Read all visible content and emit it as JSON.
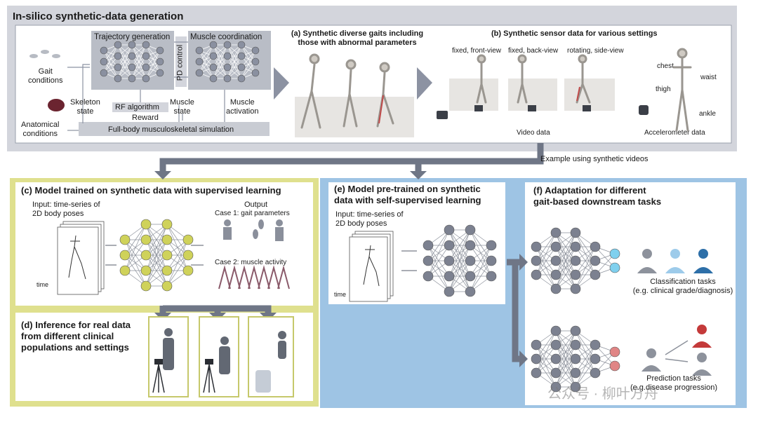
{
  "top": {
    "title": "In-silico synthetic-data generation",
    "gait_conditions": "Gait\nconditions",
    "anatomical_conditions": "Anatomical\nconditions",
    "skeleton_state": "Skeleton\nstate",
    "trajectory_generation": "Trajectory generation",
    "muscle_coordination": "Muscle coordination",
    "pd_control": "PD control",
    "rf_algorithm": "RF algorithm",
    "reward": "Reward",
    "muscle_state": "Muscle\nstate",
    "muscle_activation": "Muscle\nactivation",
    "simulation": "Full-body musculoskeletal simulation",
    "panel_a": "(a) Synthetic diverse gaits including\nthose with abnormal parameters",
    "panel_b": "(b) Synthetic sensor data for various settings",
    "view_front": "fixed, front-view",
    "view_back": "fixed, back-view",
    "view_side": "rotating, side-view",
    "video_data": "Video data",
    "accelerometer_data": "Accelerometer data",
    "sensor_chest": "chest",
    "sensor_waist": "waist",
    "sensor_thigh": "thigh",
    "sensor_ankle": "ankle"
  },
  "example_note": "Example using synthetic videos",
  "panel_c": {
    "title": "(c) Model trained on synthetic data with supervised learning",
    "input": "Input: time-series of\n2D body poses",
    "output": "Output",
    "case1": "Case 1: gait parameters",
    "case2": "Case 2: muscle activity",
    "time": "time"
  },
  "panel_d": {
    "title": "(d) Inference for real data\nfrom different clinical\npopulations and settings"
  },
  "panel_e": {
    "title": "(e) Model pre-trained on synthetic\ndata with self-supervised learning",
    "input": "Input: time-series of\n2D body poses",
    "time": "time"
  },
  "panel_f": {
    "title": "(f) Adaptation for different\ngait-based downstream tasks",
    "classification": "Classification tasks\n(e.g. clinical grade/diagnosis)",
    "prediction": "Prediction tasks\n(e.g.disease progression)"
  },
  "watermark": "公众号 · 柳叶方舟",
  "colors": {
    "top_bg": "#d3d5dc",
    "arrow": "#6f7686",
    "olive_border": "#c6c86b",
    "olive_node": "#cfd25a",
    "blue_bg": "#9ec4e4",
    "gray_node": "#7c8190",
    "cyan_node": "#7fd0ee",
    "red_node": "#e08585",
    "accent_red": "#c43a3a",
    "accent_blue": "#2d6fa8"
  }
}
